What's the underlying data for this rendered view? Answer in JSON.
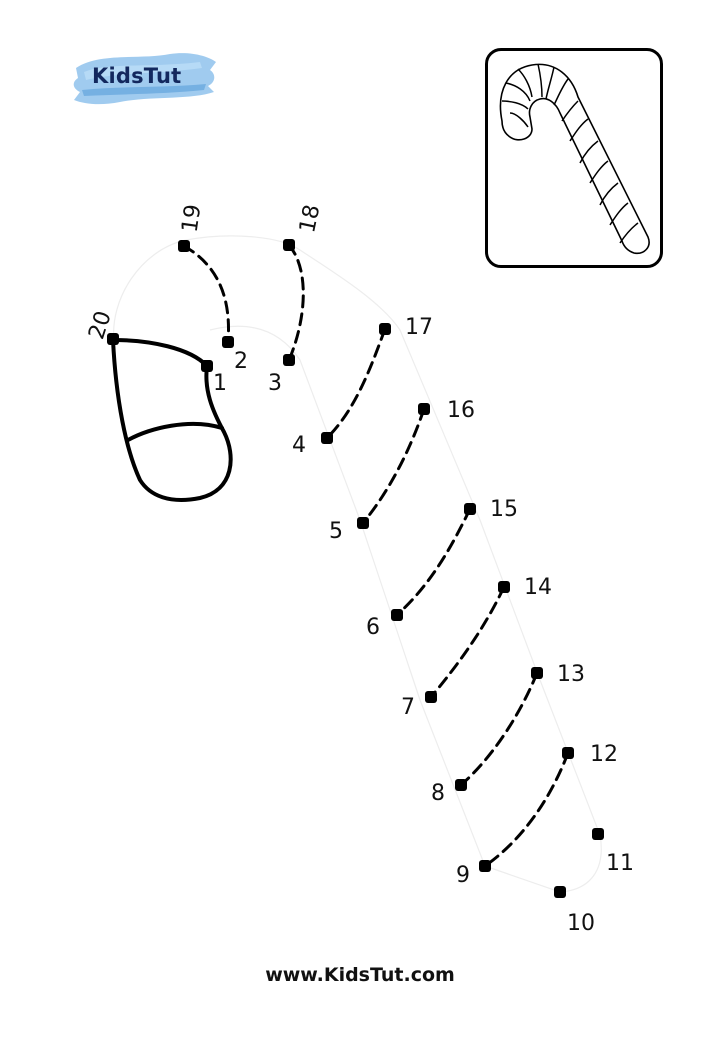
{
  "brand": {
    "logo_text": "KidsTut",
    "logo_color": "#13285e",
    "brush_color": "#7fb8e8"
  },
  "footer": {
    "website": "www.KidsTut.com"
  },
  "preview": {
    "icon": "candy-cane-icon"
  },
  "puzzle": {
    "dots": [
      {
        "n": "1"
      },
      {
        "n": "2"
      },
      {
        "n": "3"
      },
      {
        "n": "4"
      },
      {
        "n": "5"
      },
      {
        "n": "6"
      },
      {
        "n": "7"
      },
      {
        "n": "8"
      },
      {
        "n": "9"
      },
      {
        "n": "10"
      },
      {
        "n": "11"
      },
      {
        "n": "12"
      },
      {
        "n": "13"
      },
      {
        "n": "14"
      },
      {
        "n": "15"
      },
      {
        "n": "16"
      },
      {
        "n": "17"
      },
      {
        "n": "18"
      },
      {
        "n": "19"
      },
      {
        "n": "20"
      }
    ]
  }
}
